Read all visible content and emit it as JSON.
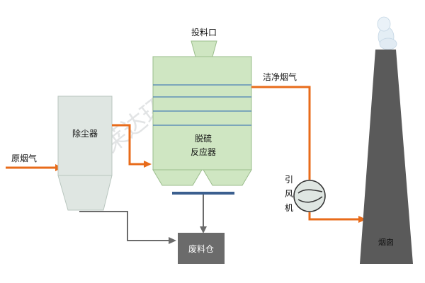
{
  "labels": {
    "raw_flue_gas": "原烟气",
    "dust_collector": "除尘器",
    "feed_port": "投料口",
    "reactor_line1": "脱硫",
    "reactor_line2": "反应器",
    "clean_flue_gas": "洁净烟气",
    "fan_1": "引",
    "fan_2": "风",
    "fan_3": "机",
    "waste_bin": "废料仓",
    "chimney": "烟囱"
  },
  "watermark": "博莱达环境",
  "colors": {
    "flow_orange": "#e86b1a",
    "green_fill": "#cfe6c2",
    "green_stroke": "#9bbd8c",
    "blue_lines": "#4a7fb5",
    "gray_body": "#dfe6e2",
    "chimney_gray": "#5a5a5a",
    "waste_gray": "#6b6b6b"
  }
}
